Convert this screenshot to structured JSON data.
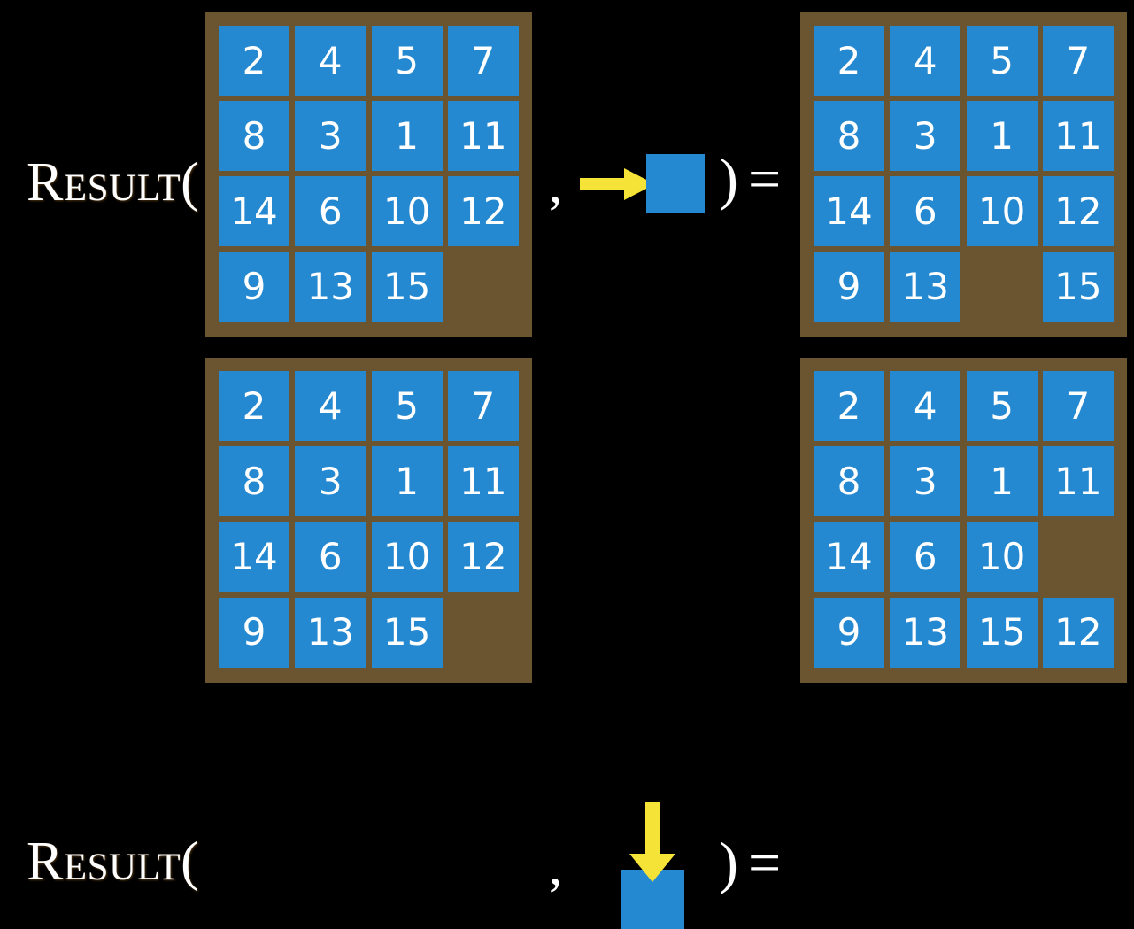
{
  "slide": {
    "background_color": "#000000",
    "tile_color": "#2489d1",
    "frame_color": "#6b5430",
    "arrow_color": "#f5e337",
    "text_color": "#ffffff"
  },
  "symbols": {
    "result_label": "Result(",
    "comma": ",",
    "paren_close": ")",
    "equals": "=",
    "blank": ""
  },
  "rows": [
    {
      "id": "row-1",
      "label": "Result(",
      "action": {
        "direction": "right",
        "arrow_icon": "arrow-right-icon",
        "tile_label": ""
      },
      "input_board": {
        "cells": [
          "2",
          "4",
          "5",
          "7",
          "8",
          "3",
          "1",
          "11",
          "14",
          "6",
          "10",
          "12",
          "9",
          "13",
          "15",
          ""
        ],
        "blank_index": 15
      },
      "output_board": {
        "cells": [
          "2",
          "4",
          "5",
          "7",
          "8",
          "3",
          "1",
          "11",
          "14",
          "6",
          "10",
          "12",
          "9",
          "13",
          "",
          "15"
        ],
        "blank_index": 14
      }
    },
    {
      "id": "row-2",
      "label": "Result(",
      "action": {
        "direction": "down",
        "arrow_icon": "arrow-down-icon",
        "tile_label": ""
      },
      "input_board": {
        "cells": [
          "2",
          "4",
          "5",
          "7",
          "8",
          "3",
          "1",
          "11",
          "14",
          "6",
          "10",
          "12",
          "9",
          "13",
          "15",
          ""
        ],
        "blank_index": 15
      },
      "output_board": {
        "cells": [
          "2",
          "4",
          "5",
          "7",
          "8",
          "3",
          "1",
          "11",
          "14",
          "6",
          "10",
          "",
          "9",
          "13",
          "15",
          "12"
        ],
        "blank_index": 11
      }
    }
  ]
}
